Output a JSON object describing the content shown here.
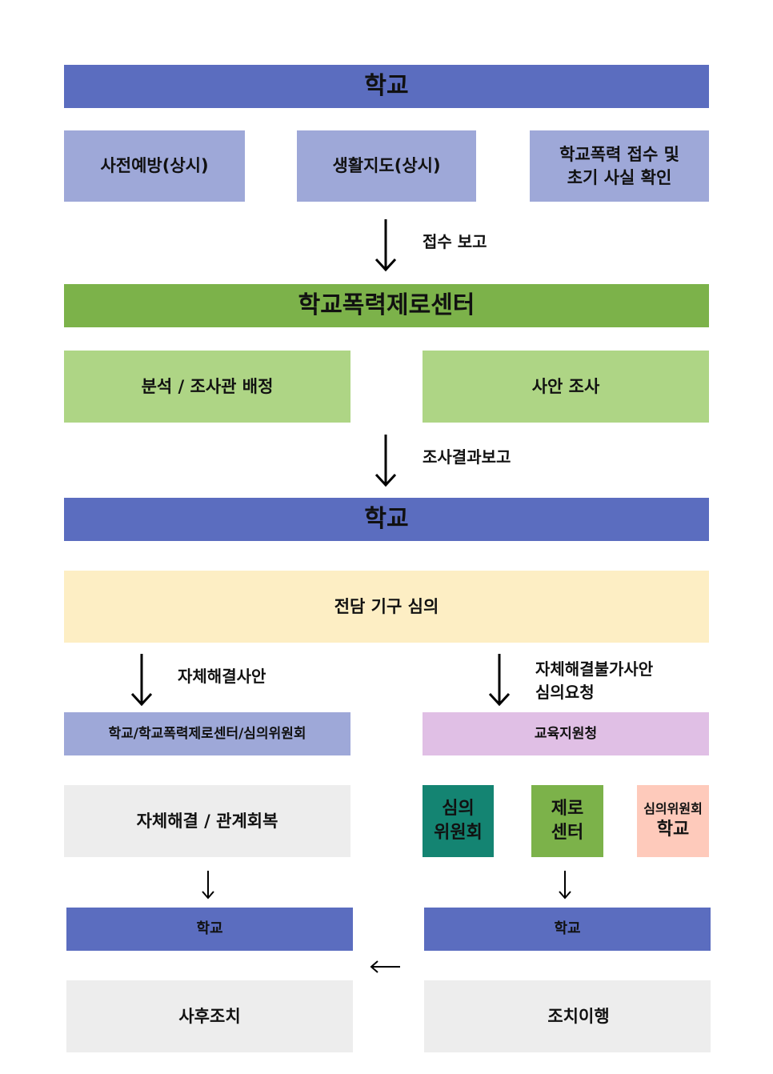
{
  "school_top": "학교",
  "row1": [
    "사전예방(상시)",
    "생활지도(상시)",
    "학교폭력 접수 및\n초기 사실 확인"
  ],
  "arrow1_label": "접수 보고",
  "center": "학교폭력제로센터",
  "row2": [
    "분석 / 조사관 배정",
    "사안 조사"
  ],
  "arrow2_label": "조사결과보고",
  "school_mid": "학교",
  "deliberation": "전담 기구 심의",
  "left_arrow_label": "자체해결사안",
  "right_arrow_label": "자체해결불가사안\n심의요청",
  "left_box": "학교/학교폭력제로센터/심의위원회",
  "right_box": "교육지원청",
  "self_resolve": "자체해결 / 관계회복",
  "small_boxes": [
    {
      "line1": "심의",
      "line2": "위원회"
    },
    {
      "line1": "제로",
      "line2": "센터"
    },
    {
      "line1": "심의위원회",
      "line2": "학교"
    }
  ],
  "school_left": "학교",
  "school_right": "학교",
  "follow_up": "사후조치",
  "execute": "조치이행",
  "colors": {
    "dark_blue": "#5b6dbf",
    "light_blue": "#9ea8d8",
    "green": "#7cb24a",
    "light_green": "#aed585",
    "yellow": "#fdeec4",
    "lavender": "#e0bfe5",
    "teal": "#148472",
    "salmon": "#fecabb",
    "gray": "#ededed"
  }
}
